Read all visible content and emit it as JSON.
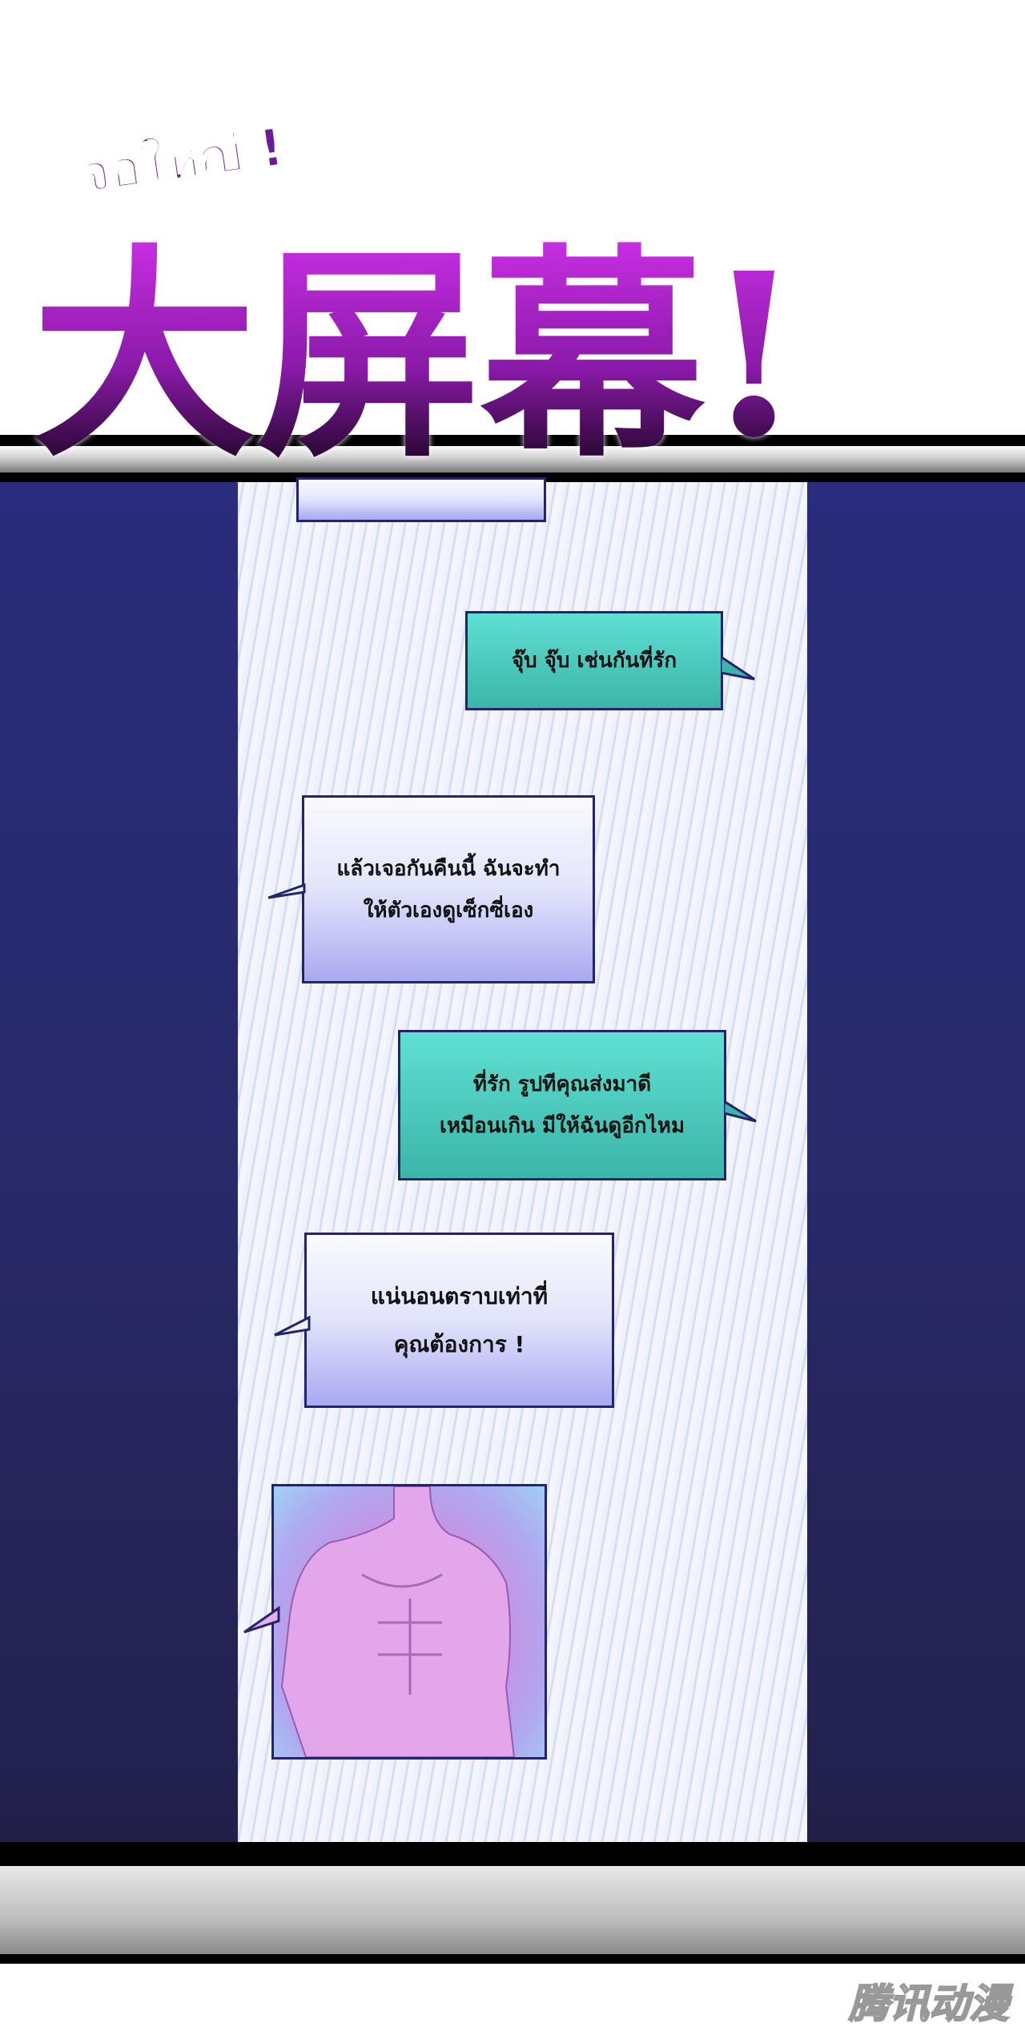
{
  "title": {
    "thai": "จอใหญ่ !",
    "chinese": "大屏幕!"
  },
  "messages": [
    {
      "side": "left",
      "text": ""
    },
    {
      "side": "right",
      "lines": [
        "จุ๊บ จุ๊บ เช่นกันที่รัก"
      ]
    },
    {
      "side": "left",
      "lines": [
        "แล้วเจอกันคืนนี้ ฉันจะทำ",
        "ให้ตัวเองดูเซ็กซี่เอง"
      ]
    },
    {
      "side": "right",
      "lines": [
        "ที่รัก รูปทีคุณส่งมาดี",
        "เหมือนเกิน มีให้ฉันดูอีกไหม"
      ]
    },
    {
      "side": "left",
      "lines": [
        "แน่นอนตราบเท่าที่",
        "คุณต้องการ !"
      ]
    },
    {
      "side": "left",
      "type": "photo"
    }
  ],
  "watermark": "腾讯动漫",
  "colors": {
    "teal_bubble": "#3bb5a8",
    "lavender_bubble": "#c9c9f6",
    "background": "#2a2c7c",
    "title_purple": "#c72ee3"
  }
}
